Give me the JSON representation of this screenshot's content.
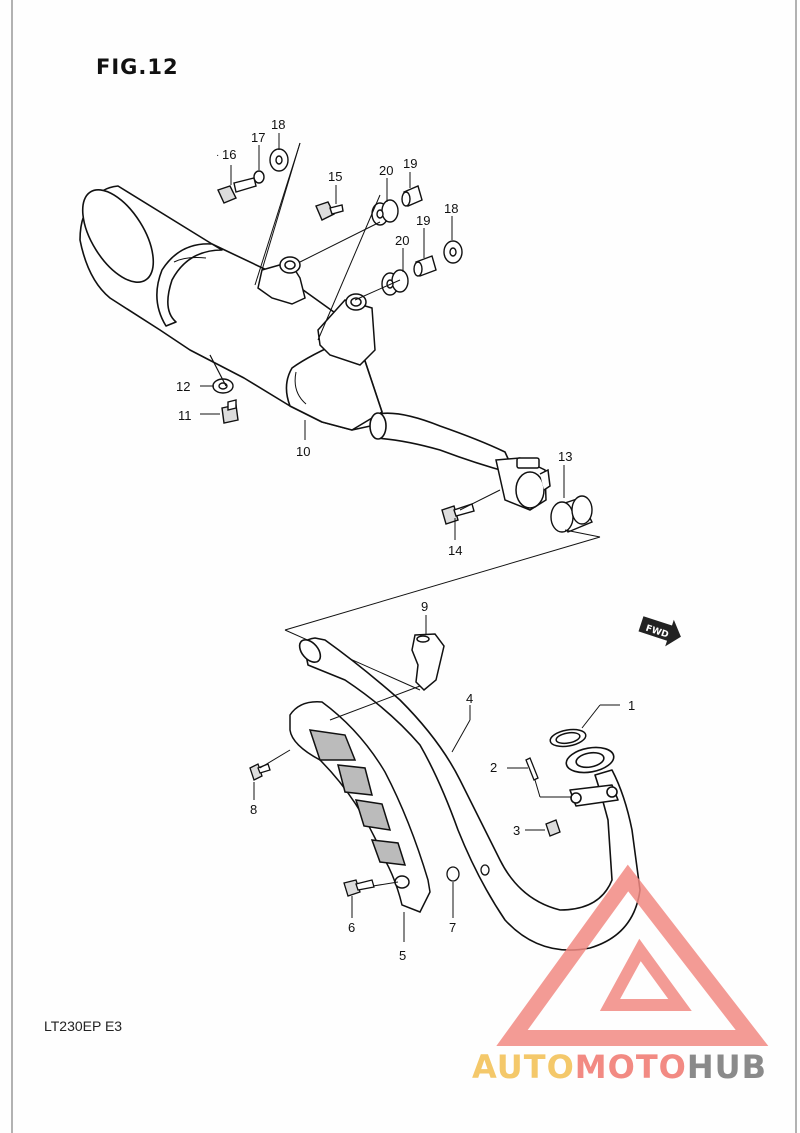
{
  "figure": {
    "title": "FIG.12",
    "model_code": "LT230EP  E3",
    "direction_tag": "FWD"
  },
  "callouts": [
    {
      "id": "c1",
      "label": "1"
    },
    {
      "id": "c2",
      "label": "2"
    },
    {
      "id": "c3",
      "label": "3"
    },
    {
      "id": "c4",
      "label": "4"
    },
    {
      "id": "c5",
      "label": "5"
    },
    {
      "id": "c6",
      "label": "6"
    },
    {
      "id": "c7",
      "label": "7"
    },
    {
      "id": "c8",
      "label": "8"
    },
    {
      "id": "c9",
      "label": "9"
    },
    {
      "id": "c10",
      "label": "10"
    },
    {
      "id": "c11",
      "label": "11"
    },
    {
      "id": "c12",
      "label": "12"
    },
    {
      "id": "c13",
      "label": "13"
    },
    {
      "id": "c14",
      "label": "14"
    },
    {
      "id": "c15",
      "label": "15"
    },
    {
      "id": "c16",
      "label": "16"
    },
    {
      "id": "c17",
      "label": "17"
    },
    {
      "id": "c18a",
      "label": "18"
    },
    {
      "id": "c18b",
      "label": "18"
    },
    {
      "id": "c19a",
      "label": "19"
    },
    {
      "id": "c19b",
      "label": "19"
    },
    {
      "id": "c20a",
      "label": "20"
    },
    {
      "id": "c20b",
      "label": "20"
    }
  ],
  "watermark": {
    "part1": "AUTO",
    "part2": "MOTO",
    "part3": "HUB",
    "colors": {
      "auto": "#f4c86a",
      "moto": "#f28a83",
      "hub": "#8a8a8a",
      "triangle": "#f28a83"
    }
  }
}
